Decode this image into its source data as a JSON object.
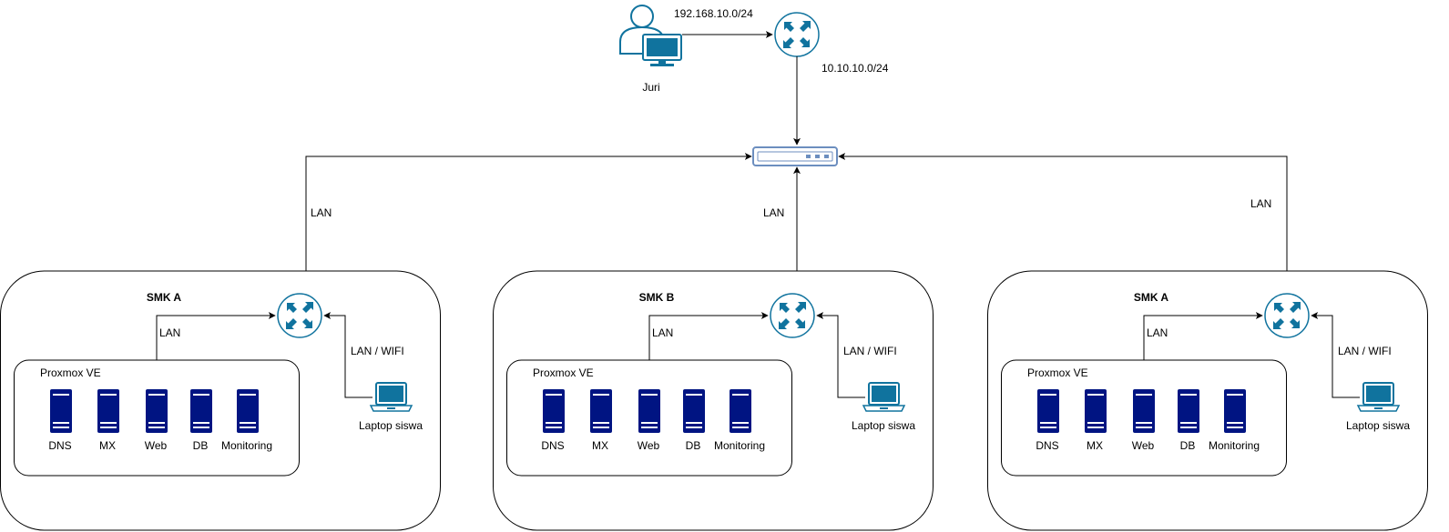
{
  "diagram": {
    "juri": {
      "label": "Juri",
      "network_user_side": "192.168.10.0/24",
      "network_core_side": "10.10.10.0/24",
      "icon": "user-workstation-icon"
    },
    "core_switch": {
      "icon": "switch-icon"
    },
    "uplink_labels": [
      "LAN",
      "LAN",
      "LAN"
    ],
    "sites": [
      {
        "name": "SMK A",
        "lan_label": "LAN",
        "wifi_label": "LAN / WIFI",
        "laptop_label": "Laptop siswa",
        "proxmox_label": "Proxmox VE",
        "servers": [
          "DNS",
          "MX",
          "Web",
          "DB",
          "Monitoring"
        ]
      },
      {
        "name": "SMK B",
        "lan_label": "LAN",
        "wifi_label": "LAN / WIFI",
        "laptop_label": "Laptop siswa",
        "proxmox_label": "Proxmox VE",
        "servers": [
          "DNS",
          "MX",
          "Web",
          "DB",
          "Monitoring"
        ]
      },
      {
        "name": "SMK A",
        "lan_label": "LAN",
        "wifi_label": "LAN / WIFI",
        "laptop_label": "Laptop siswa",
        "proxmox_label": "Proxmox VE",
        "servers": [
          "DNS",
          "MX",
          "Web",
          "DB",
          "Monitoring"
        ]
      }
    ],
    "colors": {
      "router": "#10739e",
      "server": "#001482",
      "user": "#10739e",
      "line": "#000000",
      "switch_border": "#6c8ebf"
    }
  }
}
